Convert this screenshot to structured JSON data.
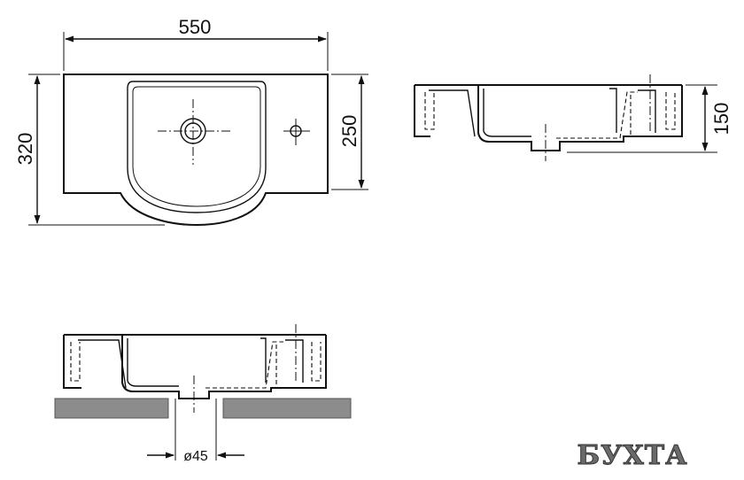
{
  "dimensions": {
    "width": "550",
    "depth": "320",
    "bowl_depth": "250",
    "height": "150",
    "drain": "ø45"
  },
  "logo": {
    "text": "БУХТА"
  },
  "colors": {
    "line": "#111111",
    "countertop": "#8c8c8c",
    "logo": "#6a6a6a"
  }
}
